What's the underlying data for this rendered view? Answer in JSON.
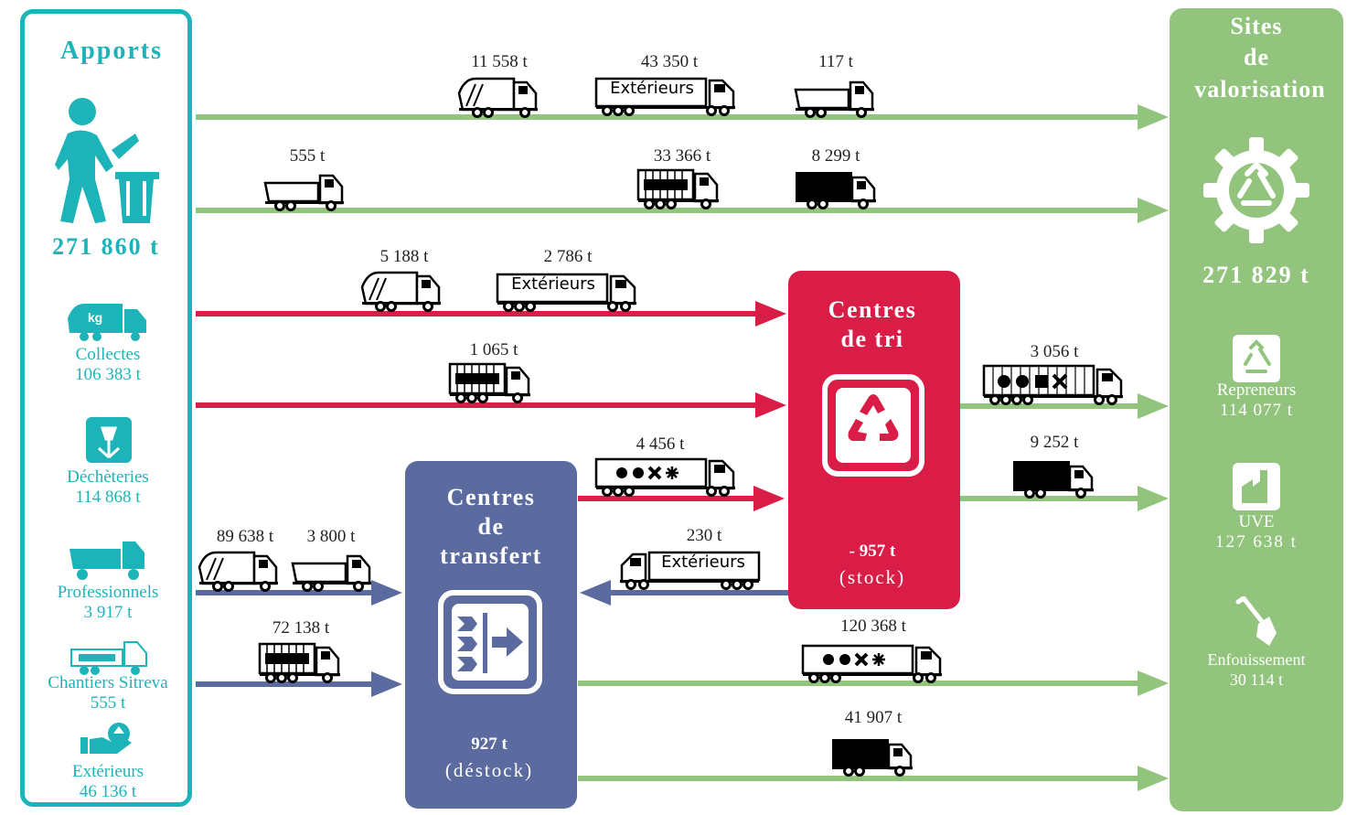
{
  "colors": {
    "teal": "#1cb4b8",
    "green": "#92c47d",
    "red": "#d91d46",
    "blue": "#5b6ba0"
  },
  "apports": {
    "title": "Apports",
    "total": "271 860 t",
    "sources": [
      {
        "icon": "collection-truck-icon",
        "label": "Collectes",
        "value": "106 383 t"
      },
      {
        "icon": "dump-site-icon",
        "label": "Déchèteries",
        "value": "114 868 t"
      },
      {
        "icon": "dump-truck-icon",
        "label": "Professionnels",
        "value": "3 917 t"
      },
      {
        "icon": "site-truck-icon",
        "label": "Chantiers Sitreva",
        "value": "555 t"
      },
      {
        "icon": "hand-recycle-icon",
        "label": "Extérieurs",
        "value": "46 136 t"
      }
    ]
  },
  "sites": {
    "title_lines": [
      "Sites",
      "de",
      "valorisation"
    ],
    "total": "271 829 t",
    "destinations": [
      {
        "icon": "recycle-icon",
        "label": "Repreneurs",
        "value": "114 077 t"
      },
      {
        "icon": "factory-icon",
        "label": "UVE",
        "value": "127 638 t"
      },
      {
        "icon": "shovel-icon",
        "label": "Enfouissement",
        "value": "30 114 t"
      }
    ]
  },
  "centres_tri": {
    "title_lines": [
      "Centres",
      "de tri"
    ],
    "stock_value": "- 957 t",
    "stock_label": "(stock)"
  },
  "centres_transfert": {
    "title_lines": [
      "Centres",
      "de",
      "transfert"
    ],
    "stock_value": "927 t",
    "stock_label": "(déstock)"
  },
  "truck_text": "Extérieurs",
  "flows": {
    "row1": [
      "11 558 t",
      "43 350 t",
      "117 t"
    ],
    "row2": [
      "555 t",
      "33 366 t",
      "8 299 t"
    ],
    "row3": [
      "5 188 t",
      "2 786 t"
    ],
    "row4": [
      "1 065 t"
    ],
    "tri_out": [
      "3 056 t",
      "9 252 t"
    ],
    "transfert_to_tri": "4 456 t",
    "ext_to_transfert": "230 t",
    "to_transfert": [
      "89 638 t",
      "3 800 t",
      "72 138 t"
    ],
    "transfert_out": [
      "120 368 t",
      "41 907 t"
    ]
  }
}
